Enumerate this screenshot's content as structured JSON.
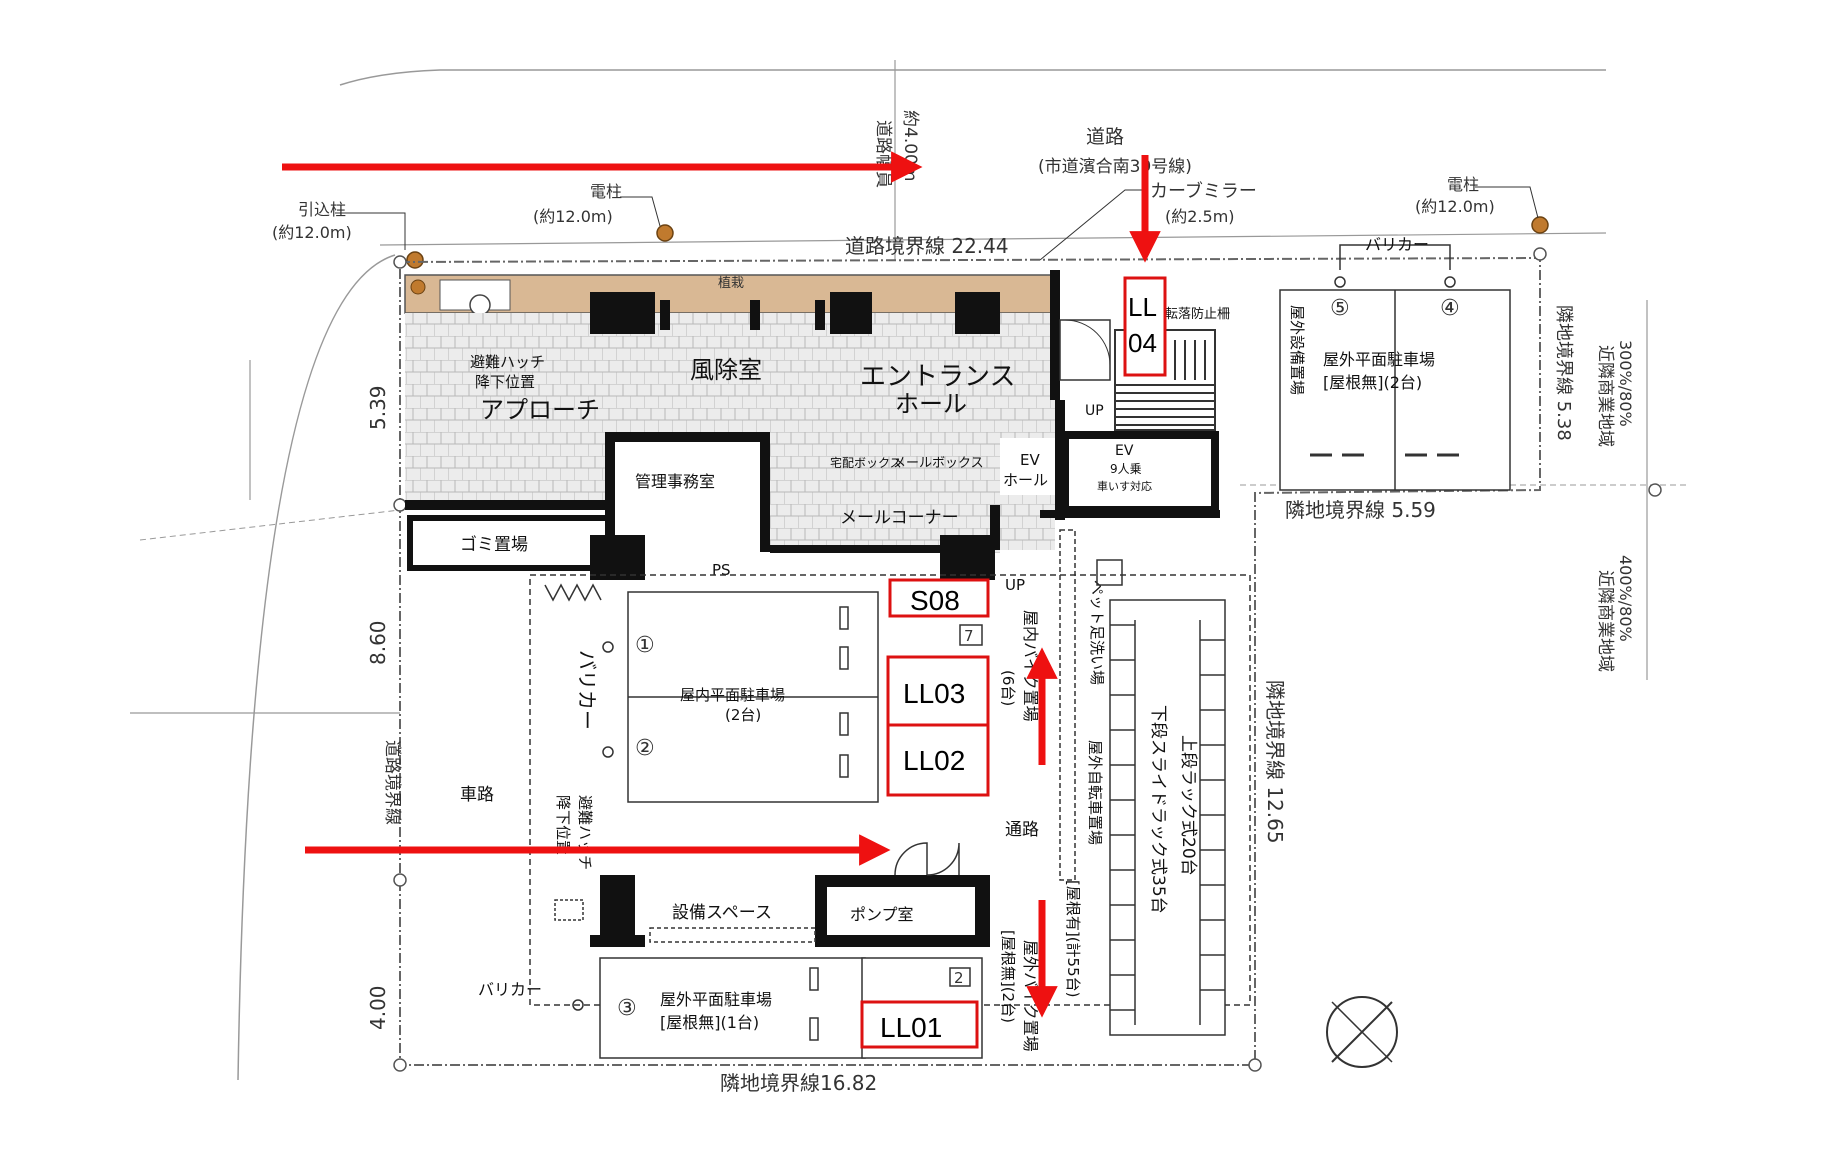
{
  "road": {
    "title": "道路",
    "subtitle": "(市道濱合南39号線)",
    "width_label": "道路幅員",
    "width_value": "約4.00m",
    "boundary": "道路境界線  22.44"
  },
  "poles": {
    "left": {
      "name": "引込柱",
      "height": "(約12.0m)"
    },
    "mid": {
      "name": "電柱",
      "height": "(約12.0m)"
    },
    "right": {
      "name": "電柱",
      "height": "(約12.0m)"
    }
  },
  "mirror": {
    "name": "カーブミラー",
    "height": "(約2.5m)"
  },
  "bollards": "バリカー",
  "rooms": {
    "planting": "植栽",
    "escape_hatch": "避難ハッチ",
    "escape_hatch_2": "降下位置",
    "approach": "アプローチ",
    "windbreak": "風除室",
    "entrance": "エントランス",
    "entrance_2": "ホール",
    "mgmt": "管理事務室",
    "garbage": "ゴミ置場",
    "delivery_box": "宅配ボックス",
    "mailbox": "メールボックス",
    "ev_hall": "EV",
    "ev_hall_2": "ホール",
    "mail_corner": "メールコーナー",
    "ev": "EV",
    "ev_2": "9人乗",
    "ev_3": "車いす対応",
    "ps": "PS",
    "up": "UP",
    "fall_guard": "転落防止柵",
    "indoor_parking": "屋内平面駐車場",
    "indoor_parking_count": "(2台)",
    "outdoor_parking_top": "屋外平面駐車場",
    "outdoor_parking_top_2": "[屋根無](2台)",
    "outdoor_parking_bottom": "屋外平面駐車場",
    "outdoor_parking_bottom_2": "[屋根無](1台)",
    "roadway": "車路",
    "passage": "通路",
    "equipment": "設備スペース",
    "pump": "ポンプ室",
    "pet_wash": "ペット足洗い場",
    "indoor_bike": "屋内バイク置場",
    "indoor_bike_count": "(6台)",
    "outdoor_bike": "屋外バイク置場",
    "outdoor_bike_2": "[屋根無](2台)",
    "bicycle": "屋外自転車置場",
    "bicycle_2": "[屋根有](計55台)",
    "rack_top": "上段ラック式20台",
    "rack_bottom": "下段スライドラック式35台",
    "outdoor_facilities": "屋外設備置場"
  },
  "spot_numbers": [
    "①",
    "②",
    "③",
    "④",
    "⑤"
  ],
  "small_numbers": [
    "7",
    "2"
  ],
  "boundaries": {
    "left_boundary": "道路境界線",
    "left_top": "5.39",
    "left_mid": "8.60",
    "left_bottom": "4.00",
    "bottom": "隣地境界線16.82",
    "right": "隣地境界線  12.65",
    "step": "隣地境界線  5.59",
    "far_right": "隣地境界線  5.38"
  },
  "zoning": {
    "upper": "近隣商業地域",
    "upper_ratio": "300%/80%",
    "lower": "近隣商業地域",
    "lower_ratio": "400%/80%"
  },
  "markers": [
    {
      "id": "LL04-a",
      "text": "LL"
    },
    {
      "id": "LL04-b",
      "text": "04"
    },
    {
      "id": "S08",
      "text": "S08"
    },
    {
      "id": "LL03",
      "text": "LL03"
    },
    {
      "id": "LL02",
      "text": "LL02"
    },
    {
      "id": "LL01",
      "text": "LL01"
    }
  ],
  "colors": {
    "arrow": "#ee1111",
    "marker_border": "#dd1111",
    "planting": "#d9b894",
    "wall": "#111111"
  }
}
